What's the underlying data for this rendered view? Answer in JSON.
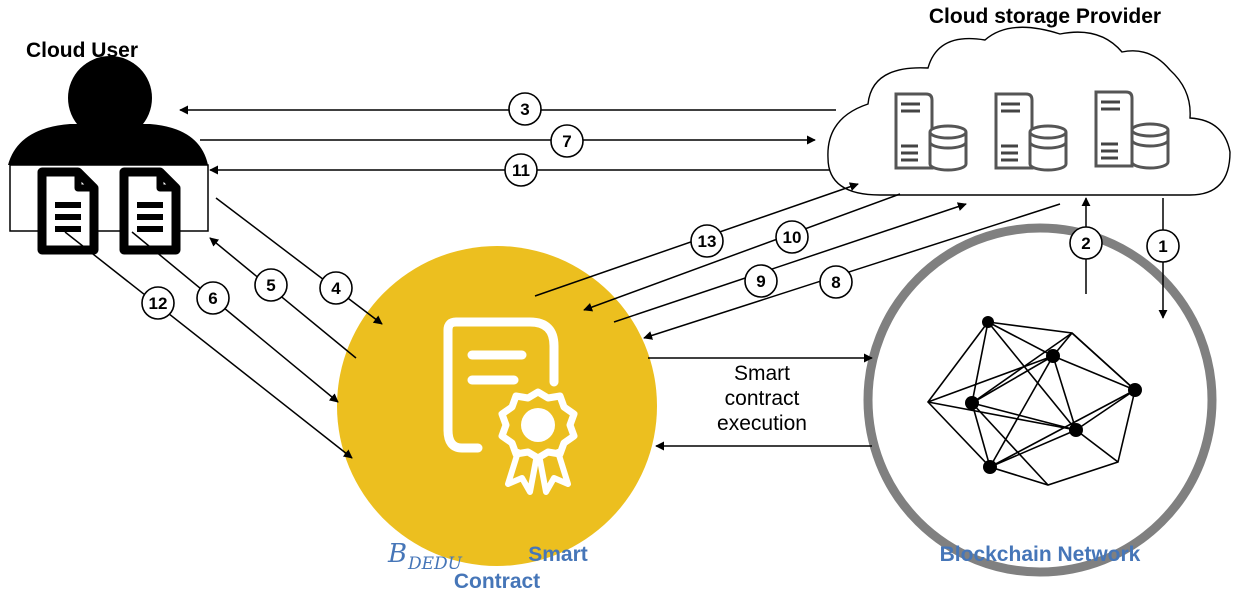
{
  "labels": {
    "cloud_user": "Cloud User",
    "cloud_provider": "Cloud storage Provider",
    "contract_var": "B",
    "contract_sub": "DEDU",
    "contract_line1": "Smart",
    "contract_line2": "Contract",
    "blockchain": "Blockchain Network",
    "exec_line1": "Smart",
    "exec_line2": "contract",
    "exec_line3": "execution"
  },
  "steps": [
    "1",
    "2",
    "3",
    "4",
    "5",
    "6",
    "7",
    "8",
    "9",
    "10",
    "11",
    "12",
    "13"
  ],
  "colors": {
    "contract_fill": "#ecbf1f",
    "label_blue": "#4676b8",
    "ring_gray": "#808080",
    "ink": "#000000"
  },
  "icons": [
    "user-silhouette-icon",
    "document-icon",
    "server-icon",
    "database-icon",
    "certificate-icon",
    "network-polyhedron-icon"
  ]
}
